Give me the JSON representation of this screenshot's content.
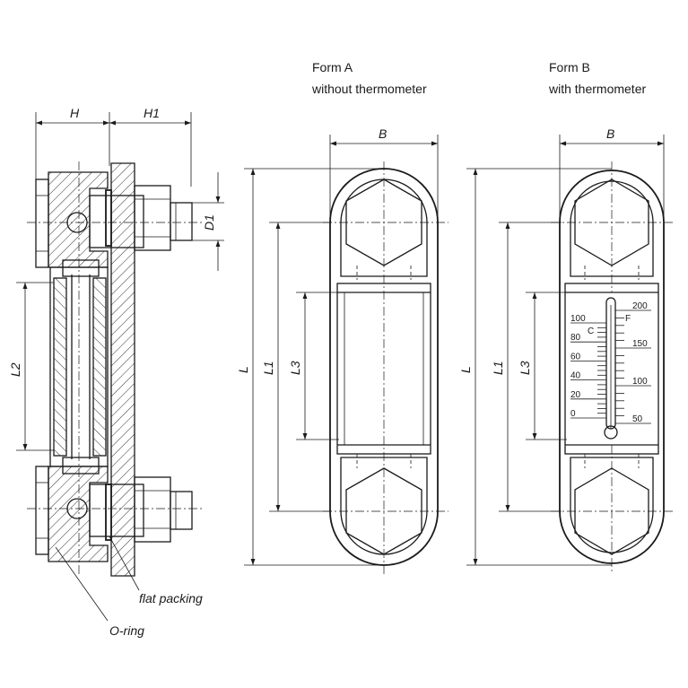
{
  "form_a": {
    "title": "Form A",
    "subtitle": "without thermometer"
  },
  "form_b": {
    "title": "Form B",
    "subtitle": "with thermometer"
  },
  "dimensions": {
    "h": "H",
    "h1": "H1",
    "d1": "D1",
    "l2": "L2",
    "l": "L",
    "l1": "L1",
    "l3": "L3",
    "b": "B"
  },
  "callouts": {
    "flat_packing": "flat packing",
    "o_ring": "O-ring"
  },
  "thermometer": {
    "celsius_unit": "C",
    "fahrenheit_unit": "F",
    "celsius_ticks": [
      "100",
      "80",
      "60",
      "40",
      "20",
      "0"
    ],
    "fahrenheit_ticks": [
      "200",
      "150",
      "100",
      "50"
    ]
  }
}
